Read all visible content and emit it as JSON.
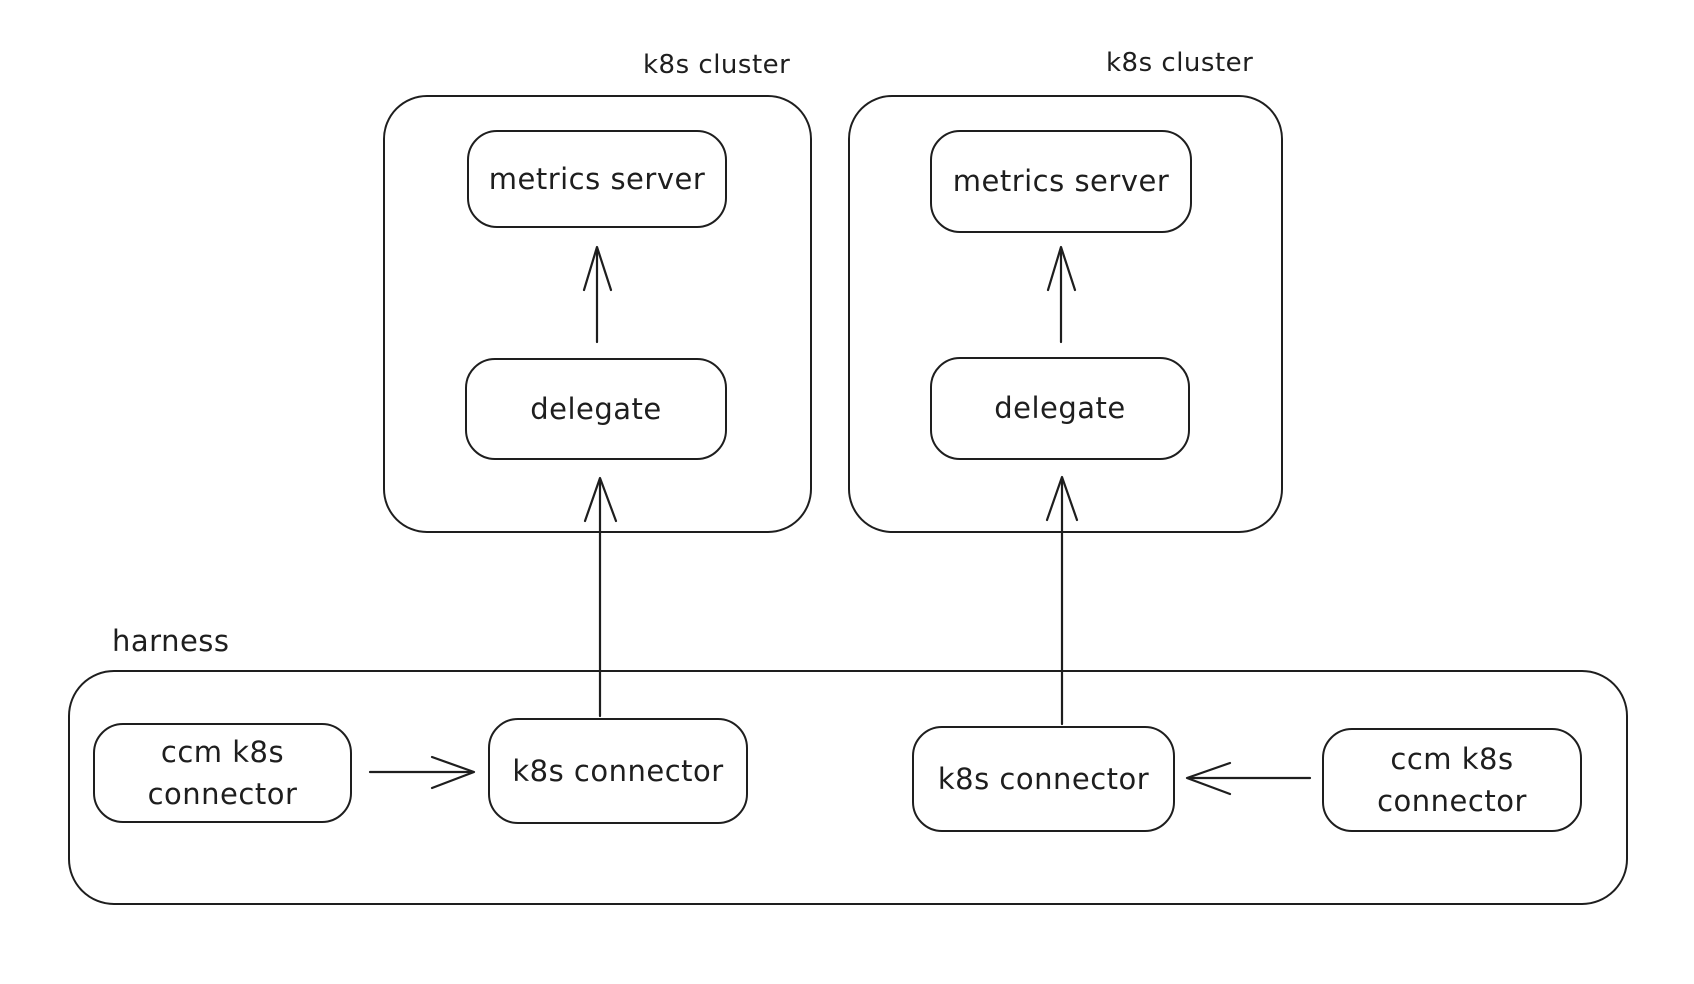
{
  "colors": {
    "stroke": "#1e1e1e",
    "background": "#ffffff"
  },
  "clusters": [
    {
      "label": "k8s cluster",
      "metrics_server": "metrics server",
      "delegate": "delegate"
    },
    {
      "label": "k8s cluster",
      "metrics_server": "metrics server",
      "delegate": "delegate"
    }
  ],
  "harness": {
    "label": "harness",
    "ccm_connector_left": "ccm k8s connector",
    "k8s_connector_left": "k8s connector",
    "k8s_connector_right": "k8s connector",
    "ccm_connector_right": "ccm k8s connector"
  },
  "edges": [
    {
      "from": "delegate-left",
      "to": "metrics-server-left"
    },
    {
      "from": "delegate-right",
      "to": "metrics-server-right"
    },
    {
      "from": "k8s-connector-left",
      "to": "delegate-left"
    },
    {
      "from": "k8s-connector-right",
      "to": "delegate-right"
    },
    {
      "from": "ccm-k8s-connector-left",
      "to": "k8s-connector-left"
    },
    {
      "from": "ccm-k8s-connector-right",
      "to": "k8s-connector-right"
    }
  ]
}
